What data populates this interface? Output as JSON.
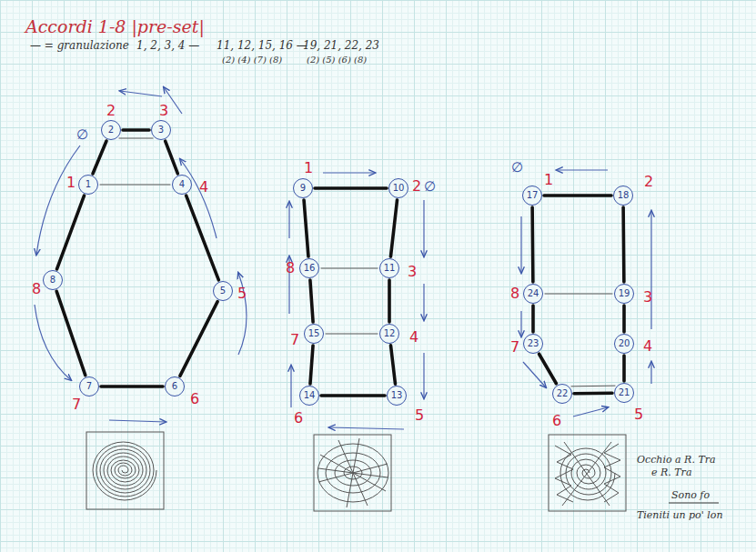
{
  "diagram": {
    "title": "Accordi 1-8 |pre-set|",
    "nodes": [
      {
        "text": [
          "1",
          "1"
        ]
      },
      {
        "text": [
          "2",
          "2"
        ]
      },
      {
        "text": [
          "3",
          "3"
        ]
      },
      {
        "text": [
          "4",
          "4"
        ]
      },
      {
        "text": [
          "5",
          "5"
        ]
      },
      {
        "text": [
          "6",
          "6"
        ]
      },
      {
        "text": [
          "7",
          "7"
        ]
      },
      {
        "text": [
          "8",
          "8"
        ]
      },
      {
        "text": [
          "9",
          "1"
        ]
      },
      {
        "text": [
          "10",
          "2"
        ]
      },
      {
        "text": [
          "11",
          "3"
        ]
      },
      {
        "text": [
          "12",
          "4"
        ]
      },
      {
        "text": [
          "13",
          "5"
        ]
      },
      {
        "text": [
          "14",
          "6"
        ]
      },
      {
        "text": [
          "15",
          "7"
        ]
      },
      {
        "text": [
          "16",
          "8"
        ]
      },
      {
        "text": [
          "17",
          "1"
        ]
      },
      {
        "text": [
          "18",
          "2"
        ]
      },
      {
        "text": [
          "19",
          "3"
        ]
      },
      {
        "text": [
          "20",
          "4"
        ]
      },
      {
        "text": [
          "21",
          "5"
        ]
      },
      {
        "text": [
          "22",
          "6"
        ]
      },
      {
        "text": [
          "23",
          "7"
        ]
      },
      {
        "text": [
          "24",
          "8"
        ]
      }
    ],
    "edges": [
      {
        "from": 1,
        "to": 2,
        "arrow": "none"
      },
      {
        "from": 2,
        "to": 3,
        "arrow": "none"
      },
      {
        "from": 3,
        "to": 4,
        "arrow": "none"
      },
      {
        "from": 4,
        "to": 5,
        "arrow": "none"
      },
      {
        "from": 5,
        "to": 6,
        "arrow": "none"
      },
      {
        "from": 6,
        "to": 7,
        "arrow": "none"
      },
      {
        "from": 7,
        "to": 0,
        "arrow": "none"
      },
      {
        "from": 0,
        "to": 1,
        "arrow": "none"
      },
      {
        "from": 0,
        "to": 3,
        "arrow": "none"
      },
      {
        "from": 1,
        "to": 2,
        "arrow": "none"
      },
      {
        "from": 8,
        "to": 9,
        "arrow": "none"
      },
      {
        "from": 9,
        "to": 10,
        "arrow": "none"
      },
      {
        "from": 10,
        "to": 11,
        "arrow": "none"
      },
      {
        "from": 11,
        "to": 12,
        "arrow": "none"
      },
      {
        "from": 12,
        "to": 13,
        "arrow": "none"
      },
      {
        "from": 13,
        "to": 14,
        "arrow": "none"
      },
      {
        "from": 14,
        "to": 15,
        "arrow": "none"
      },
      {
        "from": 15,
        "to": 8,
        "arrow": "none"
      },
      {
        "from": 15,
        "to": 10,
        "arrow": "none"
      },
      {
        "from": 14,
        "to": 11,
        "arrow": "none"
      },
      {
        "from": 16,
        "to": 17,
        "arrow": "none"
      },
      {
        "from": 17,
        "to": 18,
        "arrow": "none"
      },
      {
        "from": 18,
        "to": 19,
        "arrow": "none"
      },
      {
        "from": 19,
        "to": 20,
        "arrow": "none"
      },
      {
        "from": 20,
        "to": 21,
        "arrow": "none"
      },
      {
        "from": 21,
        "to": 22,
        "arrow": "none"
      },
      {
        "from": 22,
        "to": 23,
        "arrow": "none"
      },
      {
        "from": 23,
        "to": 16,
        "arrow": "none"
      },
      {
        "from": 23,
        "to": 18,
        "arrow": "none"
      },
      {
        "from": 21,
        "to": 20,
        "arrow": "none"
      }
    ],
    "labels": [
      "— = granulazione",
      "1, 2, 3, 4 —",
      "11, 12, 15, 16 —",
      "(2) (4) (7) (8)",
      "19, 21, 22, 23",
      "(2) (5) (6) (8)",
      "∅",
      "∅",
      "∅",
      "Occhio a R. Tra",
      "e R. Tra",
      "Sono fo",
      "Tieniti un po' lon"
    ]
  }
}
